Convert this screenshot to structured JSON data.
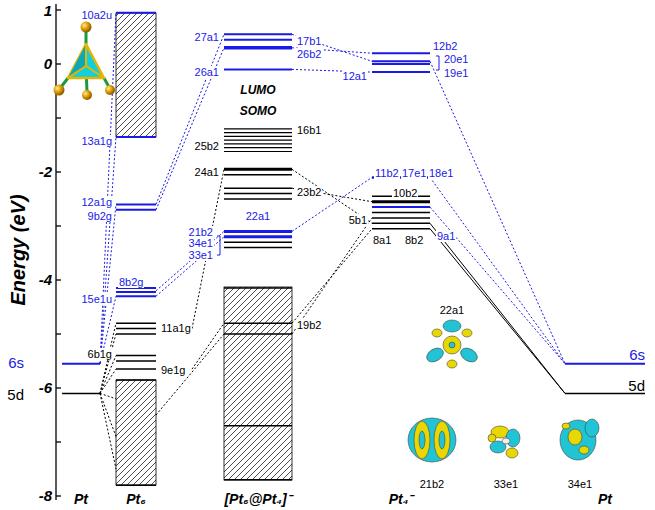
{
  "diagram": {
    "labels": [
      "1",
      "0",
      "-2",
      "-4",
      "-6",
      "-8",
      "Energy (eV)",
      "Pt",
      "Pt₆",
      "[Pt₆@Pt₄]⁻",
      "Pt₄⁻",
      "Pt",
      "6s",
      "5d",
      "6s",
      "5d",
      "10a2u",
      "13a1g",
      "12a1g",
      "9b2g",
      "8b2g",
      "15e1u",
      "11a1g",
      "6b1g",
      "9e1g",
      "27a1",
      "17b1",
      "26b2",
      "26a1",
      "LUMO",
      "SOMO",
      "16b1",
      "25b2",
      "24a1",
      "23b2",
      "21b2",
      "34e1",
      "33e1",
      "22a1",
      "19b2",
      "12b2",
      "20e1",
      "19e1",
      "12a1",
      "11b2",
      "17e1",
      "18e1",
      "10b2",
      "9a1",
      "5b1",
      "8a1",
      "8b2",
      "22a1",
      "21b2",
      "33e1",
      "34e1"
    ]
  }
}
